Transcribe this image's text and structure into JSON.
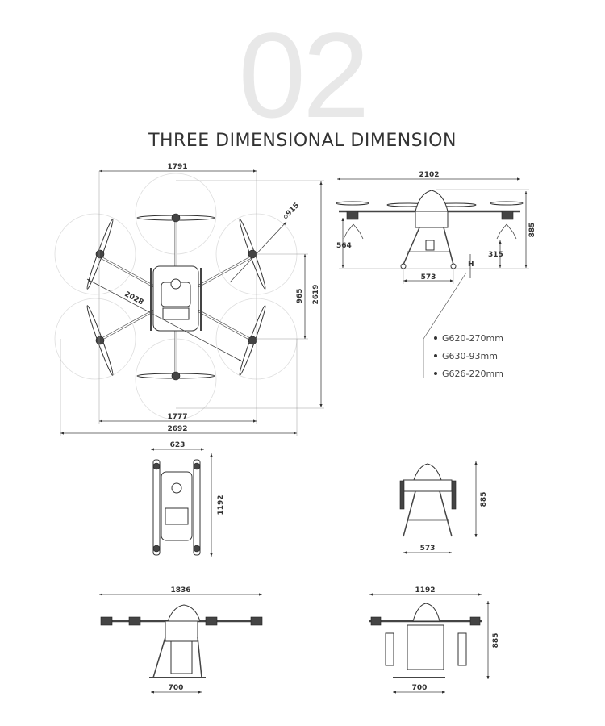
{
  "header": {
    "section_number": "02",
    "title": "THREE DIMENSIONAL DIMENSION"
  },
  "top_view": {
    "width_top": "1791",
    "height_total": "2619",
    "rotor_spacing": "965",
    "diagonal": "2028",
    "rotor_diameter": "⌀915",
    "width_bottom": "1777",
    "width_total": "2692"
  },
  "front_view": {
    "width": "2102",
    "height": "885",
    "arm_height": "564",
    "nozzle_height": "315",
    "leg_spacing": "573",
    "h_label": "H"
  },
  "h_variants": [
    "G620-270mm",
    "G630-93mm",
    "G626-220mm"
  ],
  "folded_top": {
    "width": "623",
    "length": "1192"
  },
  "folded_front": {
    "height": "885",
    "width": "573"
  },
  "side_left": {
    "width": "1836",
    "base": "700"
  },
  "side_right": {
    "width": "1192",
    "height": "885",
    "base": "700"
  }
}
